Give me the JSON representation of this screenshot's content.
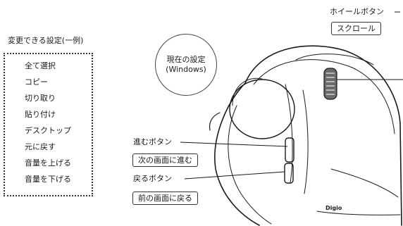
{
  "settings_list": {
    "title": "変更できる設定(一例)",
    "items": [
      "全て選択",
      "コピー",
      "切り取り",
      "貼り付け",
      "デスクトップ",
      "元に戻す",
      "音量を上げる",
      "音量を下げる"
    ]
  },
  "current_setting": {
    "line1": "現在の設定",
    "line2": "(Windows)"
  },
  "wheel_button": {
    "label": "ホイールボタン",
    "setting": "スクロール"
  },
  "forward_button": {
    "label": "進むボタン",
    "setting": "次の画面に進む"
  },
  "back_button": {
    "label": "戻るボタン",
    "setting": "前の画面に戻る"
  },
  "mouse": {
    "brand": "Digio"
  }
}
